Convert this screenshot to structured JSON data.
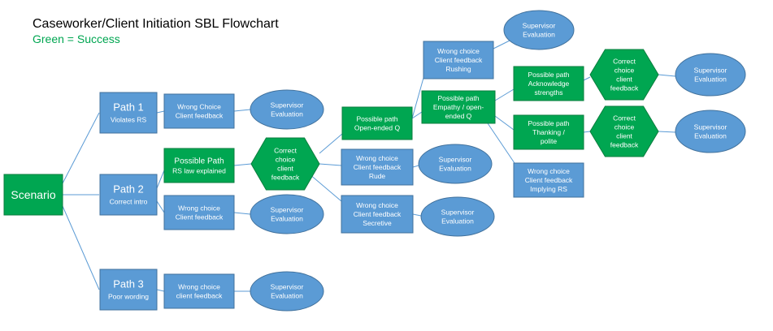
{
  "title": "Caseworker/Client Initiation SBL Flowchart",
  "subtitle": "Green = Success",
  "colors": {
    "blue": "#5b9bd5",
    "green": "#00a651",
    "line": "#5b9bd5",
    "text": "#ffffff",
    "success_text": "#00a651"
  },
  "nodes": {
    "scenario": {
      "lines": [
        "Scenario"
      ]
    },
    "path1": {
      "lines": [
        "Path 1",
        "Violates RS"
      ]
    },
    "path2": {
      "lines": [
        "Path 2",
        "Correct intro"
      ]
    },
    "path3": {
      "lines": [
        "Path 3",
        "Poor wording"
      ]
    },
    "wc_p1": {
      "lines": [
        "Wrong Choice",
        "Client feedback"
      ]
    },
    "se_p1": {
      "lines": [
        "Supervisor",
        "Evaluation"
      ]
    },
    "pp_rs": {
      "lines": [
        "Possible Path",
        "RS law explained"
      ]
    },
    "wc_p2": {
      "lines": [
        "Wrong choice",
        "Client feedback"
      ]
    },
    "se_p2": {
      "lines": [
        "Supervisor",
        "Evaluation"
      ]
    },
    "wc_p3": {
      "lines": [
        "Wrong choice",
        "client feedback"
      ]
    },
    "se_p3": {
      "lines": [
        "Supervisor",
        "Evaluation"
      ]
    },
    "cc_1": {
      "lines": [
        "Correct",
        "choice",
        "client",
        "feedback"
      ]
    },
    "pp_oq": {
      "lines": [
        "Possible path",
        "Open-ended Q"
      ]
    },
    "wc_rude": {
      "lines": [
        "Wrong choice",
        "Client feedback",
        "Rude"
      ]
    },
    "se_rude": {
      "lines": [
        "Supervisor",
        "Evaluation"
      ]
    },
    "wc_secret": {
      "lines": [
        "Wrong choice",
        "Client feedback",
        "Secretive"
      ]
    },
    "se_secret": {
      "lines": [
        "Supervisor",
        "Evaluation"
      ]
    },
    "wc_rush": {
      "lines": [
        "Wrong choice",
        "Client feedback",
        "Rushing"
      ]
    },
    "se_top": {
      "lines": [
        "Supervisor",
        "Evaluation"
      ]
    },
    "pp_emp": {
      "lines": [
        "Possible path",
        "Empathy / open-",
        "ended Q"
      ]
    },
    "wc_imply": {
      "lines": [
        "Wrong choice",
        "Client feedback",
        "Implying RS"
      ]
    },
    "pp_ack": {
      "lines": [
        "Possible path",
        "Acknowledge",
        "strengths"
      ]
    },
    "pp_thank": {
      "lines": [
        "Possible path",
        "Thanking /",
        "polite"
      ]
    },
    "cc_ack": {
      "lines": [
        "Correct",
        "choice",
        "client",
        "feedback"
      ]
    },
    "cc_thank": {
      "lines": [
        "Correct",
        "choice",
        "client",
        "feedback"
      ]
    },
    "se_ack": {
      "lines": [
        "Supervisor",
        "Evaluation"
      ]
    },
    "se_thank": {
      "lines": [
        "Supervisor",
        "Evaluation"
      ]
    }
  }
}
